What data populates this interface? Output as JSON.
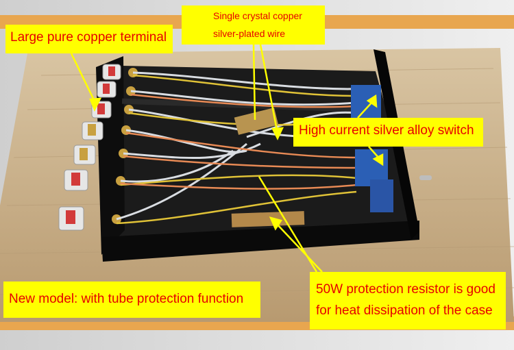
{
  "callouts": {
    "terminal": "Large pure copper terminal",
    "wire_line1": "Single crystal copper",
    "wire_line2": "silver-plated wire",
    "switch": "High current silver alloy switch",
    "model": "New model: with tube protection function",
    "resistor_line1": "50W protection resistor is good",
    "resistor_line2": "for heat dissipation of the case"
  },
  "colors": {
    "callout_bg": "#ffff00",
    "callout_text": "#e60000",
    "pointer": "#ffff00",
    "case": "#111111",
    "table": "#c9b08a"
  }
}
